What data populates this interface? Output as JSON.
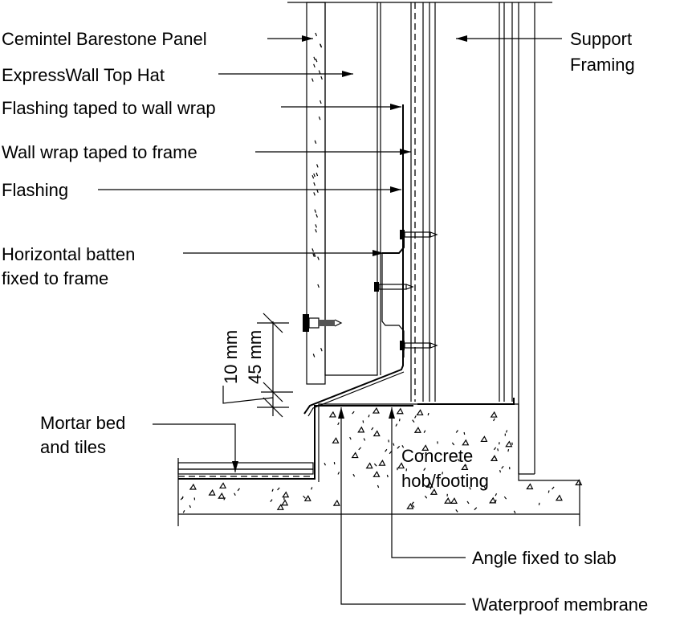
{
  "labels": {
    "panel": "Cemintel Barestone Panel",
    "top_hat": "ExpressWall Top Hat",
    "flashing_taped": "Flashing taped to wall wrap",
    "wall_wrap": "Wall wrap taped to frame",
    "flashing": "Flashing",
    "batten_line1": "Horizontal batten",
    "batten_line2": "fixed to frame",
    "support_line1": "Support",
    "support_line2": "Framing",
    "mortar_line1": "Mortar bed",
    "mortar_line2": "and tiles",
    "concrete_line1": "Concrete",
    "concrete_line2": "hob/footing",
    "angle": "Angle fixed to slab",
    "membrane": "Waterproof membrane"
  },
  "dimensions": {
    "gap": "10 mm",
    "overlap": "45 mm"
  },
  "colors": {
    "line": "#000000",
    "background": "#ffffff"
  }
}
